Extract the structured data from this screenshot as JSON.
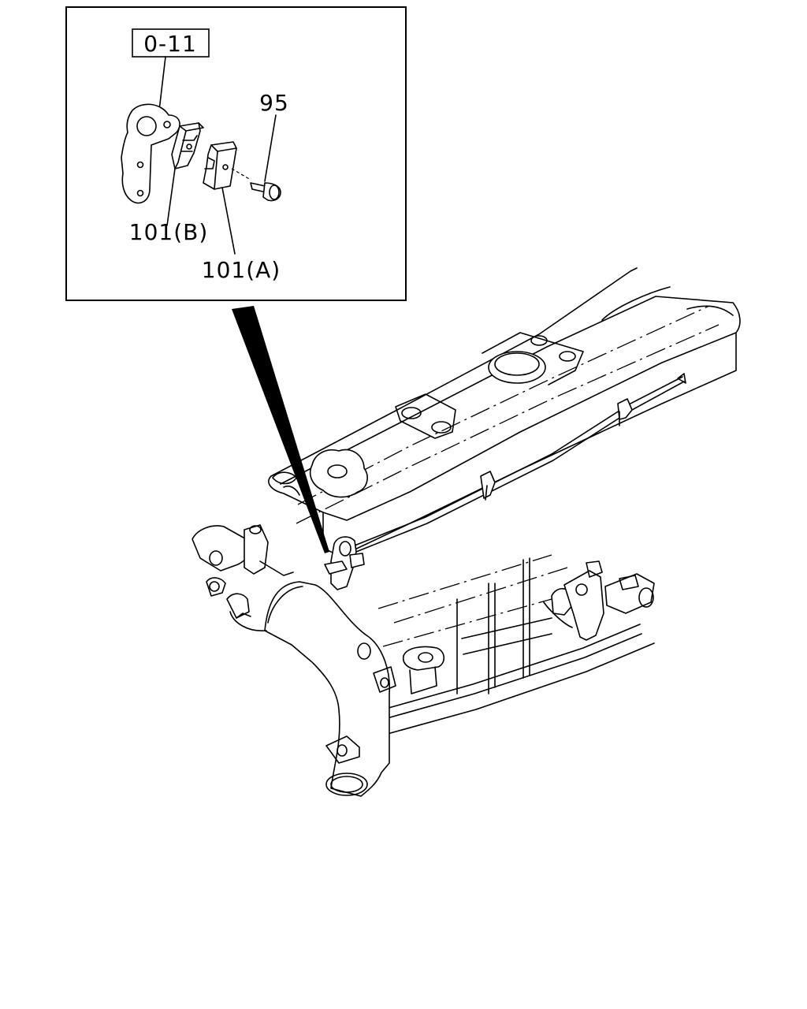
{
  "callouts": {
    "group_ref": "0-11",
    "bolt": "95",
    "clip_b": "101(B)",
    "clip_a": "101(A)"
  },
  "colors": {
    "line": "#000000",
    "background": "#ffffff"
  }
}
